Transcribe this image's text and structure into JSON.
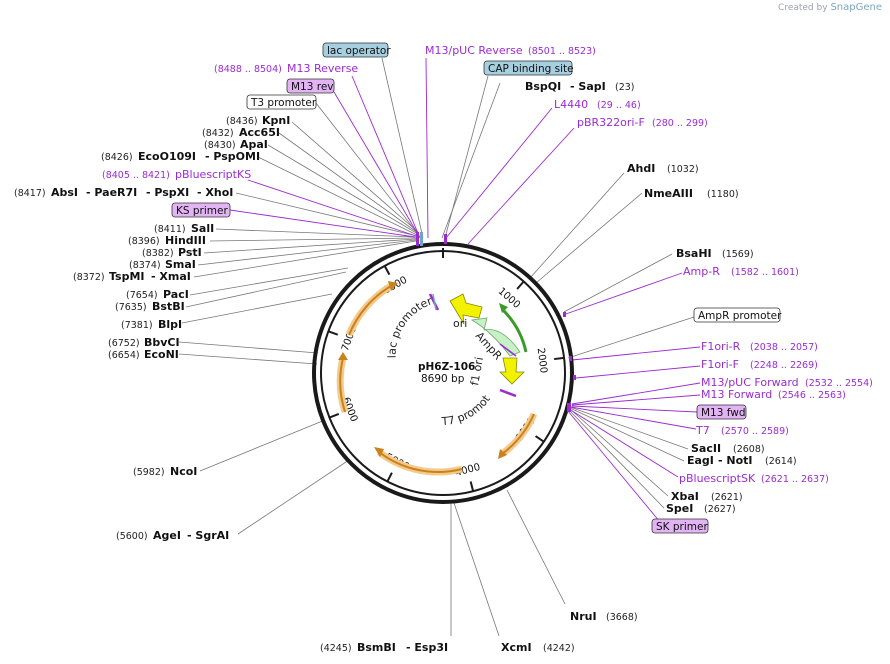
{
  "branding": {
    "created_by": "Created by",
    "brand": "SnapGene"
  },
  "plasmid": {
    "name": "pH6Z-106",
    "length_text": "8690 bp"
  },
  "ruler_ticks": [
    "1000",
    "2000",
    "3000",
    "4000",
    "5000",
    "6000",
    "7000",
    "8000"
  ],
  "inner_labels": {
    "lac_promoter": "lac promoter",
    "ori": "ori",
    "ampr": "AmpR",
    "f1_ori": "f1 ori",
    "t7_promoter": "T7 promoter"
  },
  "boxed_features": {
    "lac_operator": "lac operator",
    "cap_binding_site": "CAP binding site",
    "m13_rev": "M13 rev",
    "t3_promoter": "T3 promoter",
    "ks_primer": "KS primer",
    "ampr_promoter": "AmpR promoter",
    "m13_fwd": "M13 fwd",
    "sk_primer": "SK primer"
  },
  "primers": {
    "m13_puc_reverse": {
      "name": "M13/pUC Reverse",
      "range": "(8501 .. 8523)"
    },
    "m13_reverse": {
      "name": "M13 Reverse",
      "range": "(8488 .. 8504)"
    },
    "l4440": {
      "name": "L4440",
      "range": "(29 .. 46)"
    },
    "pbr322ori_f": {
      "name": "pBR322ori-F",
      "range": "(280 .. 299)"
    },
    "pbluescriptks": {
      "name": "pBluescriptKS",
      "range": "(8405 .. 8421)"
    },
    "amp_r": {
      "name": "Amp-R",
      "range": "(1582 .. 1601)"
    },
    "f1ori_r": {
      "name": "F1ori-R",
      "range": "(2038 .. 2057)"
    },
    "f1ori_f": {
      "name": "F1ori-F",
      "range": "(2248 .. 2269)"
    },
    "m13_puc_forward": {
      "name": "M13/pUC Forward",
      "range": "(2532 .. 2554)"
    },
    "m13_forward": {
      "name": "M13 Forward",
      "range": "(2546 .. 2563)"
    },
    "t7": {
      "name": "T7",
      "range": "(2570 .. 2589)"
    },
    "pbluescriptsk": {
      "name": "pBluescriptSK",
      "range": "(2621 .. 2637)"
    }
  },
  "sites": {
    "kpni": {
      "pos": "(8436)",
      "name": "KpnI"
    },
    "acc65i": {
      "pos": "(8432)",
      "name": "Acc65I"
    },
    "apai": {
      "pos": "(8430)",
      "name": "ApaI"
    },
    "eco0109i": {
      "pos": "(8426)",
      "name": "EcoO109I",
      "alt": "- PspOMI"
    },
    "absi": {
      "pos": "(8417)",
      "name": "AbsI",
      "alt1": "- PaeR7I",
      "alt2": "- PspXI",
      "alt3": "- XhoI"
    },
    "sali": {
      "pos": "(8411)",
      "name": "SalI"
    },
    "hindiii": {
      "pos": "(8396)",
      "name": "HindIII"
    },
    "psti": {
      "pos": "(8382)",
      "name": "PstI"
    },
    "smai": {
      "pos": "(8374)",
      "name": "SmaI"
    },
    "tspmi": {
      "pos": "(8372)",
      "name": "TspMI",
      "alt": "- XmaI"
    },
    "paci": {
      "pos": "(7654)",
      "name": "PacI"
    },
    "bstbi": {
      "pos": "(7635)",
      "name": "BstBI"
    },
    "blpi": {
      "pos": "(7381)",
      "name": "BlpI"
    },
    "bbvci": {
      "pos": "(6752)",
      "name": "BbvCI"
    },
    "econi": {
      "pos": "(6654)",
      "name": "EcoNI"
    },
    "ncoi": {
      "pos": "(5982)",
      "name": "NcoI"
    },
    "agei": {
      "pos": "(5600)",
      "name": "AgeI",
      "alt": "- SgrAI"
    },
    "bsmbi": {
      "pos": "(4245)",
      "name": "BsmBI",
      "alt": "- Esp3I"
    },
    "xcmi": {
      "pos": "(4242)",
      "name": "XcmI"
    },
    "nrui": {
      "pos": "(3668)",
      "name": "NruI"
    },
    "bspqi": {
      "pos": "(23)",
      "name": "BspQI",
      "alt": "- SapI"
    },
    "ahdi": {
      "pos": "(1032)",
      "name": "AhdI"
    },
    "nmeaiii": {
      "pos": "(1180)",
      "name": "NmeAIII"
    },
    "bsahi": {
      "pos": "(1569)",
      "name": "BsaHI"
    },
    "sacii": {
      "pos": "(2608)",
      "name": "SacII"
    },
    "eagi": {
      "pos": "(2614)",
      "name": "EagI",
      "alt": "- NotI"
    },
    "xbai": {
      "pos": "(2621)",
      "name": "XbaI"
    },
    "spei": {
      "pos": "(2627)",
      "name": "SpeI"
    }
  },
  "colors": {
    "backbone": "#1a1a1a",
    "enzyme_line": "#777777",
    "primer": "#9b2bd0",
    "primer_box_fill": "#e2b4f4",
    "feature_box_fill": "#a6cfe0",
    "promoter_yellow": "#f2f200",
    "ampr_green": "#c6f0c6",
    "orange_track": "#f5c98a",
    "orange_arrow": "#c8821e"
  }
}
